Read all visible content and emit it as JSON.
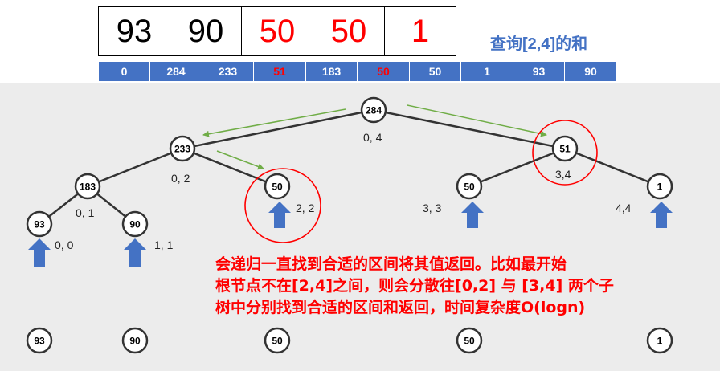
{
  "array": [
    {
      "value": "93",
      "color": "#000000"
    },
    {
      "value": "90",
      "color": "#000000"
    },
    {
      "value": "50",
      "color": "#ff0000"
    },
    {
      "value": "50",
      "color": "#ff0000"
    },
    {
      "value": "1",
      "color": "#ff0000"
    }
  ],
  "query_label": "查询[2,4]的和",
  "tree_array": [
    {
      "value": "0",
      "highlight": false
    },
    {
      "value": "284",
      "highlight": false
    },
    {
      "value": "233",
      "highlight": false
    },
    {
      "value": "51",
      "highlight": true
    },
    {
      "value": "183",
      "highlight": false
    },
    {
      "value": "50",
      "highlight": true
    },
    {
      "value": "50",
      "highlight": false
    },
    {
      "value": "1",
      "highlight": false
    },
    {
      "value": "93",
      "highlight": false
    },
    {
      "value": "90",
      "highlight": false
    }
  ],
  "nodes": {
    "root": {
      "value": "284",
      "range": "0, 4"
    },
    "n233": {
      "value": "233",
      "range": "0, 2"
    },
    "n51": {
      "value": "51",
      "range": "3,4"
    },
    "n183": {
      "value": "183",
      "range": "0, 1"
    },
    "n50a": {
      "value": "50",
      "range": "2, 2"
    },
    "n50b": {
      "value": "50",
      "range": "3, 3"
    },
    "n1": {
      "value": "1",
      "range": "4,4"
    },
    "n93": {
      "value": "93",
      "range": "0, 0"
    },
    "n90": {
      "value": "90",
      "range": "1, 1"
    }
  },
  "leaves": [
    "93",
    "90",
    "50",
    "50",
    "1"
  ],
  "note_lines": [
    "会递归一直找到合适的区间将其值返回。比如最开始",
    "根节点不在[2,4]之间，则会分散往[0,2] 与 [3,4] 两个子",
    "树中分别找到合适的区间和返回，时间复杂度O(logn)"
  ],
  "colors": {
    "accent": "#4472c4",
    "highlight": "#ff0000",
    "arrow": "#70ad47"
  }
}
